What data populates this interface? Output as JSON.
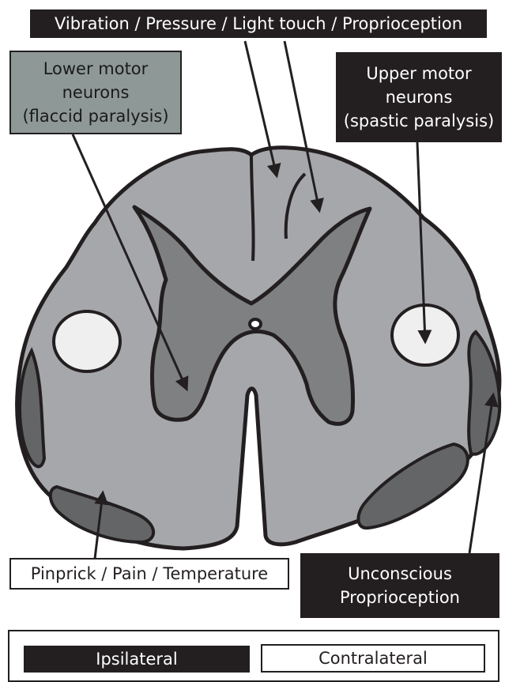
{
  "labels": {
    "dorsal_columns": "Vibration / Pressure / Light touch / Proprioception",
    "lower_motor": [
      "Lower motor",
      "neurons",
      "(flaccid paralysis)"
    ],
    "upper_motor": [
      "Upper motor",
      "neurons",
      "(spastic paralysis)"
    ],
    "spinothalamic": "Pinprick / Pain / Temperature",
    "spinocerebellar": [
      "Unconscious",
      "Proprioception"
    ]
  },
  "legend": {
    "ipsilateral": "Ipsilateral",
    "contralateral": "Contralateral"
  },
  "colors": {
    "white_matter": "#a6a7aa",
    "grey_matter": "#7f8082",
    "tract_dark": "#646567",
    "corticospinal": "#efeff0",
    "outline": "#231f20",
    "lmn_box": "#8e9997"
  }
}
